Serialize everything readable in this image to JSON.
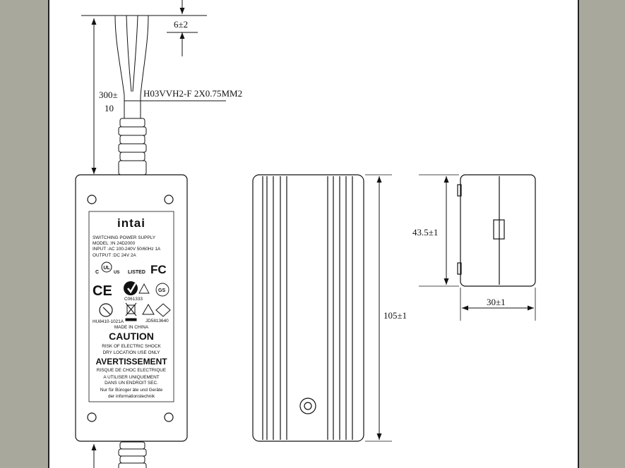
{
  "dimensions": {
    "strip_length": "6±2",
    "cable_length_line1": "300±",
    "cable_length_line2": "10",
    "cable_spec": "H03VVH2-F 2X0.75MM2",
    "side_height": "43.5±1",
    "side_width": "30±1",
    "body_length": "105±1"
  },
  "label": {
    "brand": "intai",
    "line1": "SWITCHING POWER SUPPLY",
    "line2": "MODEL :IN 24D2000",
    "line3": "INPUT :AC 100-240V 50/60Hz 1A",
    "line4": "OUTPUT :DC 24V 2A",
    "listed": "LISTED",
    "ul_text": "UL",
    "c_text": "C",
    "us_text": "US",
    "fc_text": "FC",
    "ce_text": "CE",
    "cert1": "C061333",
    "cert2": "HU8410-1021A",
    "cert3": "JD5813640",
    "made_in": "MADE IN CHINA",
    "caution_title": "CAUTION",
    "caution_line1": "RISK OF ELECTRIC SHOCK",
    "caution_line2": "DRY LOCATION USE ONLY",
    "avert_title": "AVERTISSEMENT",
    "avert_line1": "RISQUE DE CHOC ELECTRIQUE",
    "avert_line2": "A UTILISER UNIQUEMENT",
    "avert_line3": "DANS UN ENDROIT SEC.",
    "de_line1": "Nur für Büroger äte und Geräte",
    "de_line2": "der informationstechnik"
  }
}
